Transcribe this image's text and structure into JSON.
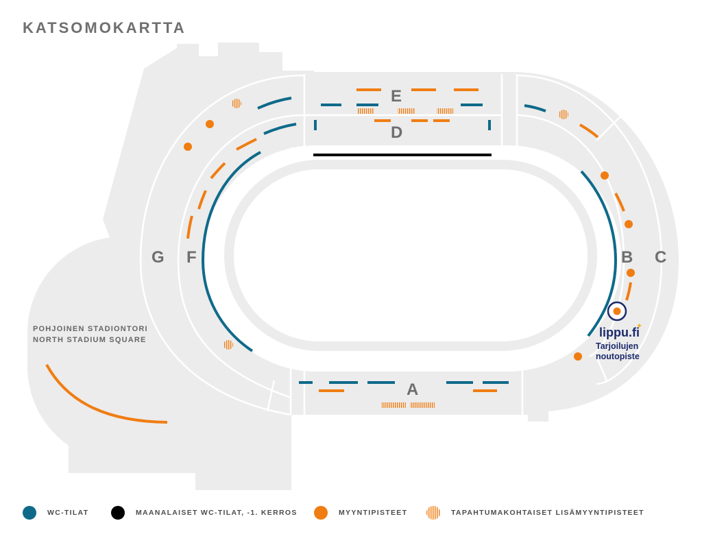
{
  "title": "KATSOMOKARTTA",
  "sections": {
    "A": "A",
    "B": "B",
    "C": "C",
    "D": "D",
    "E": "E",
    "F": "F",
    "G": "G"
  },
  "square": {
    "line1": "POHJOINEN STADIONTORI",
    "line2": "NORTH STADIUM SQUARE"
  },
  "brand": {
    "logo": "lippu.fi",
    "line1": "Tarjoilujen",
    "line2": "noutopiste"
  },
  "legend": [
    {
      "label": "WC-TILAT",
      "color": "#0f6a8a",
      "icon": "blue-dot-icon"
    },
    {
      "label": "MAANALAISET WC-TILAT, -1. KERROS",
      "color": "#000000",
      "icon": "black-dot-icon"
    },
    {
      "label": "MYYNTIPISTEET",
      "color": "#f07d12",
      "icon": "orange-dot-icon"
    },
    {
      "label": "TAPAHTUMAKOHTAISET LISÄMYYNTIPISTEET",
      "color": "#f07d12",
      "icon": "striped-dot-icon"
    }
  ],
  "colors": {
    "wc": "#0f6a8a",
    "underground_wc": "#000000",
    "sales": "#f07d12",
    "stand": "#ececec",
    "field": "#ffffff"
  }
}
